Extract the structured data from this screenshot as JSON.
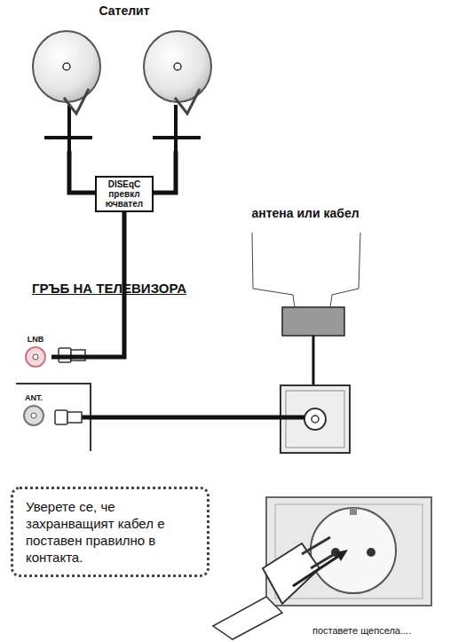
{
  "diagram": {
    "nodes": [
      {
        "text": [
          "DISEqC превкл ючвател"
        ]
      },
      {
        "text": [
          "LNB"
        ]
      },
      {
        "text": [
          "ANT."
        ]
      },
      {
        "text": [
          "Уверете се, че захранващият кабел е поставен правилно в контакта."
        ]
      }
    ],
    "edges": [
      {
        "from": 0,
        "to": 1,
        "arrow": "none"
      }
    ],
    "labels": [
      "Сателит",
      "антена или кабел",
      "ГРЪБ НА ТЕЛЕВИЗОРА",
      "поставете щепсела...."
    ]
  }
}
